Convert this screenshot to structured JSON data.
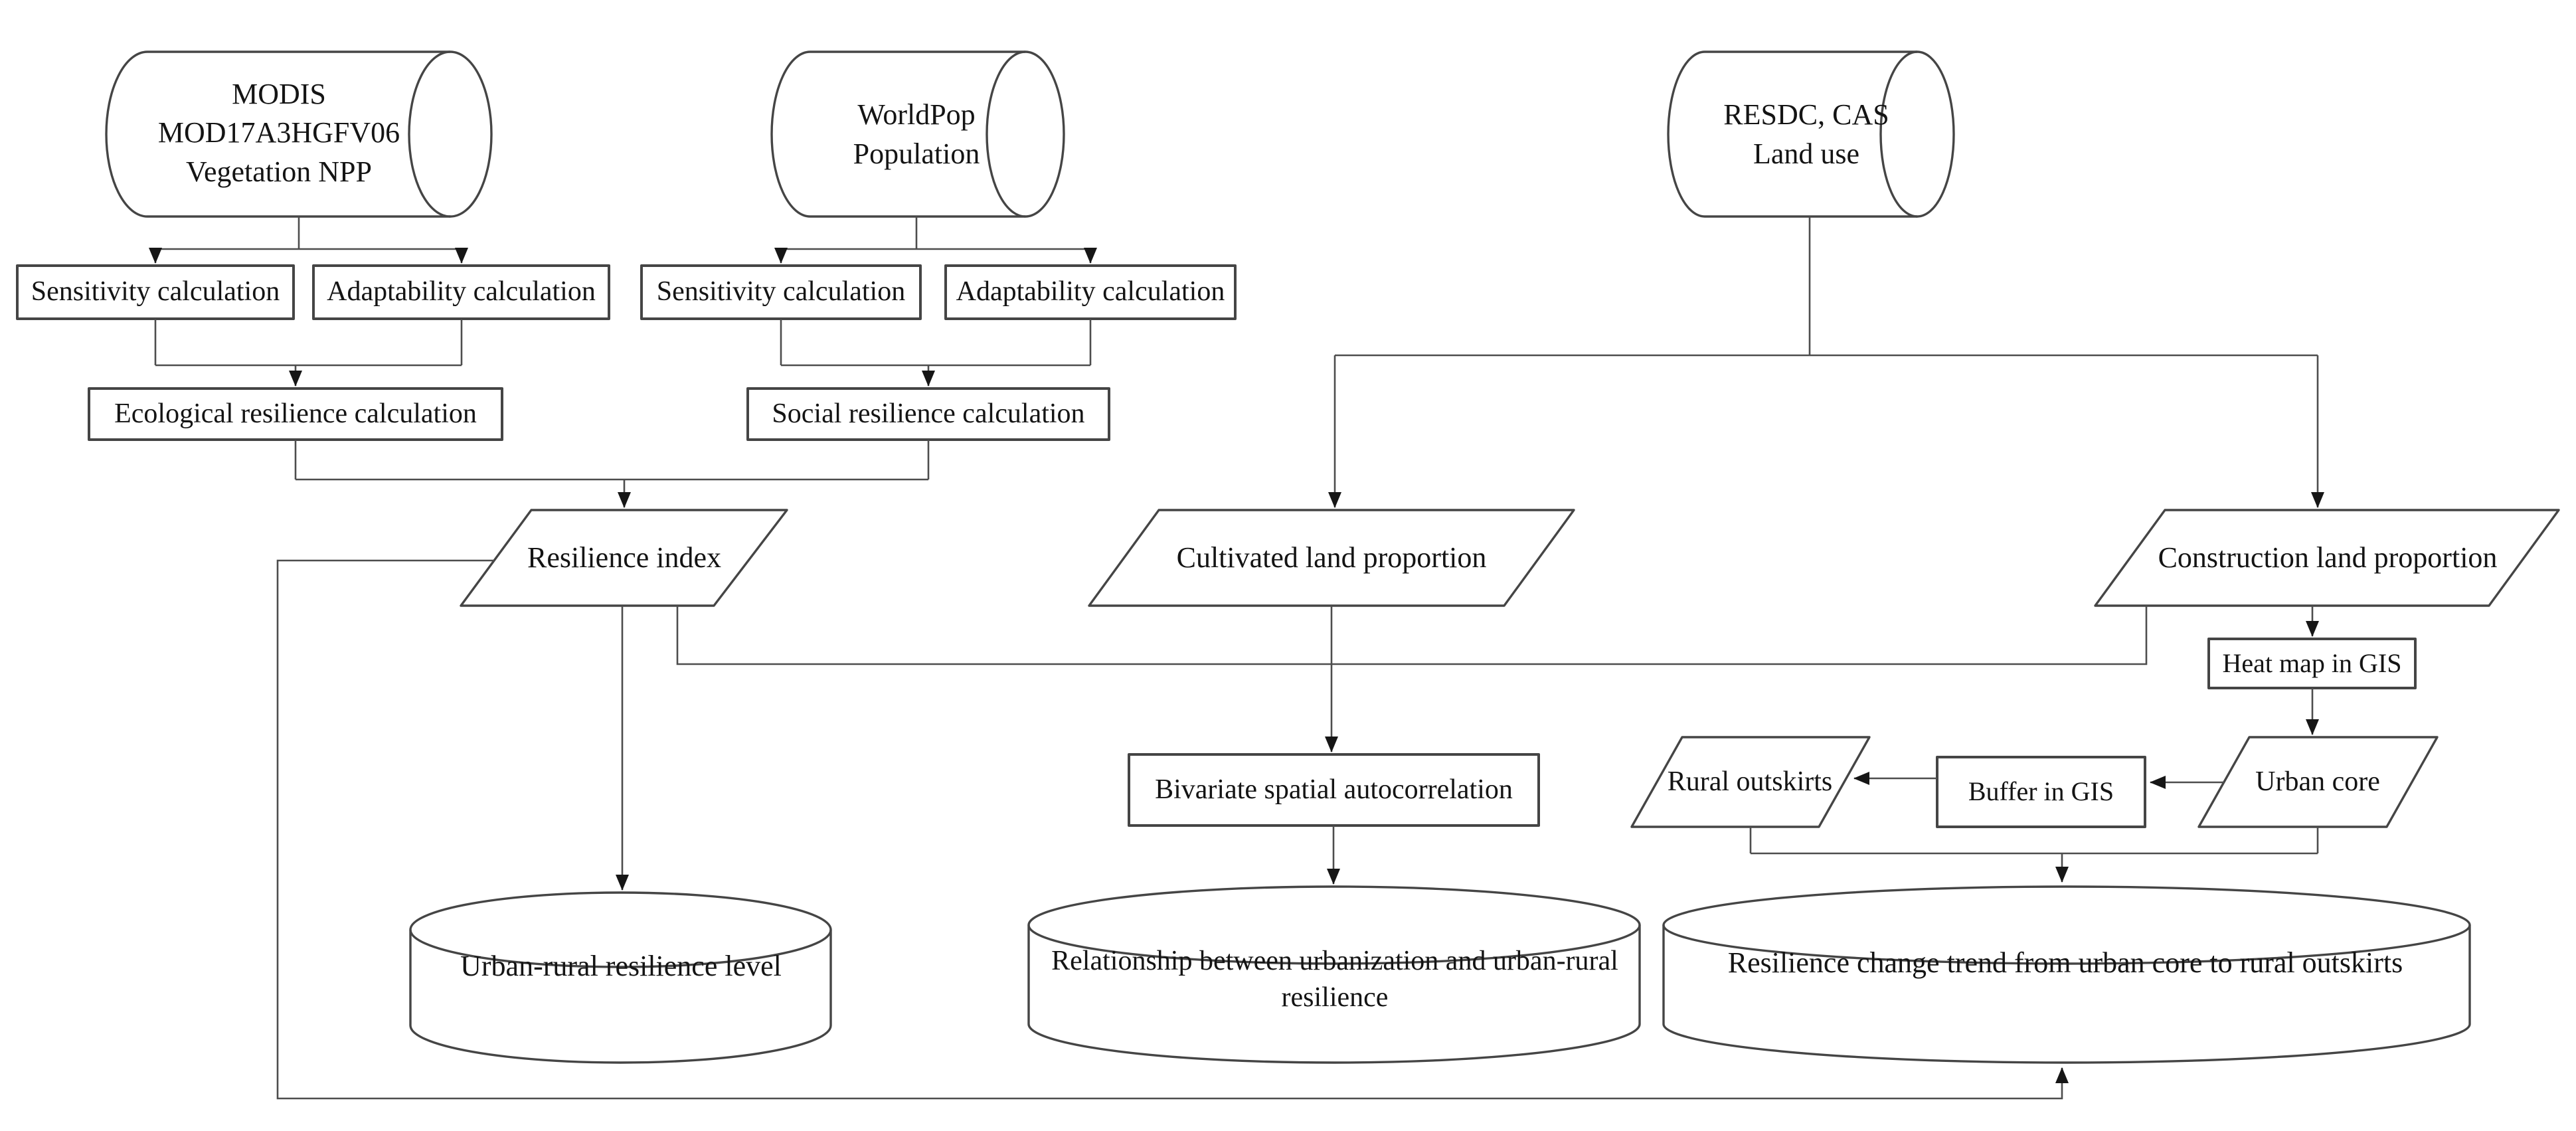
{
  "nodes": {
    "modis": {
      "label": "MODIS\nMOD17A3HGFV06\nVegetation NPP",
      "shape": "data-cylinder"
    },
    "worldpop": {
      "label": "WorldPop\nPopulation",
      "shape": "data-cylinder"
    },
    "resdc": {
      "label": "RESDC, CAS\nLand use",
      "shape": "data-cylinder"
    },
    "sensitivity_eco": {
      "label": "Sensitivity calculation",
      "shape": "process-box"
    },
    "adaptability_eco": {
      "label": "Adaptability calculation",
      "shape": "process-box"
    },
    "sensitivity_social": {
      "label": "Sensitivity calculation",
      "shape": "process-box"
    },
    "adaptability_social": {
      "label": "Adaptability calculation",
      "shape": "process-box"
    },
    "ecological": {
      "label": "Ecological resilience calculation",
      "shape": "process-box"
    },
    "social": {
      "label": "Social resilience calculation",
      "shape": "process-box"
    },
    "resilience_index": {
      "label": "Resilience index",
      "shape": "parallelogram"
    },
    "cultivated": {
      "label": "Cultivated land proportion",
      "shape": "parallelogram"
    },
    "construction": {
      "label": "Construction land proportion",
      "shape": "parallelogram"
    },
    "heat_map": {
      "label": "Heat map in GIS",
      "shape": "process-box"
    },
    "bivariate": {
      "label": "Bivariate spatial autocorrelation",
      "shape": "process-box"
    },
    "rural_outskirts": {
      "label": "Rural outskirts",
      "shape": "parallelogram"
    },
    "buffer_gis": {
      "label": "Buffer in GIS",
      "shape": "process-box"
    },
    "urban_core": {
      "label": "Urban core",
      "shape": "parallelogram"
    },
    "urban_rural_level": {
      "label": "Urban-rural resilience level",
      "shape": "result-cylinder"
    },
    "relationship": {
      "label": "Relationship between urbanization and urban-rural\nresilience",
      "shape": "result-cylinder"
    },
    "change_trend": {
      "label": "Resilience change trend from urban core to rural outskirts",
      "shape": "result-cylinder"
    }
  },
  "edges": [
    {
      "from": "modis",
      "to": "sensitivity_eco",
      "arrow": true
    },
    {
      "from": "modis",
      "to": "adaptability_eco",
      "arrow": true
    },
    {
      "from": "worldpop",
      "to": "sensitivity_social",
      "arrow": true
    },
    {
      "from": "worldpop",
      "to": "adaptability_social",
      "arrow": true
    },
    {
      "from": "sensitivity_eco",
      "to": "ecological",
      "arrow": true
    },
    {
      "from": "adaptability_eco",
      "to": "ecological",
      "arrow": true
    },
    {
      "from": "sensitivity_social",
      "to": "social",
      "arrow": true
    },
    {
      "from": "adaptability_social",
      "to": "social",
      "arrow": true
    },
    {
      "from": "ecological",
      "to": "resilience_index",
      "arrow": true
    },
    {
      "from": "social",
      "to": "resilience_index",
      "arrow": true
    },
    {
      "from": "resdc",
      "to": "cultivated",
      "arrow": true
    },
    {
      "from": "resdc",
      "to": "construction",
      "arrow": true
    },
    {
      "from": "cultivated",
      "to": "bivariate",
      "arrow": true
    },
    {
      "from": "bivariate",
      "to": "relationship",
      "arrow": true
    },
    {
      "from": "construction",
      "to": "heat_map",
      "arrow": true
    },
    {
      "from": "heat_map",
      "to": "urban_core",
      "arrow": true
    },
    {
      "from": "urban_core",
      "to": "buffer_gis",
      "arrow": true
    },
    {
      "from": "buffer_gis",
      "to": "rural_outskirts",
      "arrow": true
    },
    {
      "from": "rural_outskirts",
      "to": "change_trend",
      "arrow": true
    },
    {
      "from": "urban_core",
      "to": "change_trend",
      "arrow": true
    },
    {
      "from": "resilience_index",
      "to": "urban_rural_level",
      "arrow": true
    },
    {
      "from": "resilience_index",
      "to": "construction",
      "arrow": false
    },
    {
      "from": "resilience_index",
      "to": "change_trend",
      "arrow": true
    }
  ],
  "colors": {
    "background": "#ffffff",
    "stroke": "#454545",
    "text": "#141414"
  }
}
